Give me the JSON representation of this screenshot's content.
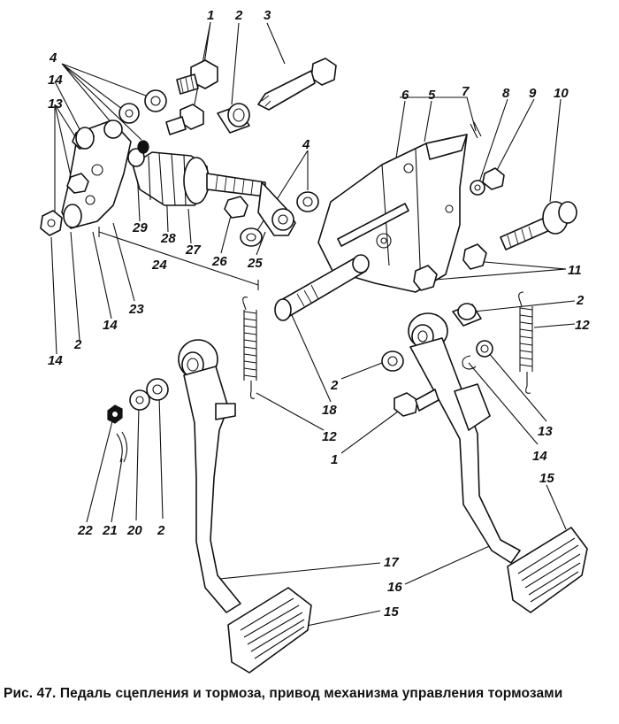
{
  "figure": {
    "caption": "Рис. 47. Педаль сцепления и тормоза, привод механизма управления тормозами",
    "callouts": {
      "n1_top": "1",
      "n2_top": "2",
      "n3": "3",
      "n4_left": "4",
      "n14_a": "14",
      "n13_left": "13",
      "n29": "29",
      "n28": "28",
      "n27": "27",
      "n4_mid": "4",
      "n26": "26",
      "n25": "25",
      "n24": "24",
      "n23": "23",
      "n14_b": "14",
      "n2_left": "2",
      "n14_c": "14",
      "n6": "6",
      "n5": "5",
      "n7": "7",
      "n8": "8",
      "n9": "9",
      "n10": "10",
      "n11": "11",
      "n2_right": "2",
      "n12_right": "12",
      "n13_right": "13",
      "n14_right": "14",
      "n15_right": "15",
      "n16": "16",
      "n17": "17",
      "n15_bottom": "15",
      "n2_mid": "2",
      "n18": "18",
      "n12_mid": "12",
      "n1_mid": "1",
      "n22": "22",
      "n21": "21",
      "n20": "20",
      "n2_bottom": "2"
    }
  }
}
